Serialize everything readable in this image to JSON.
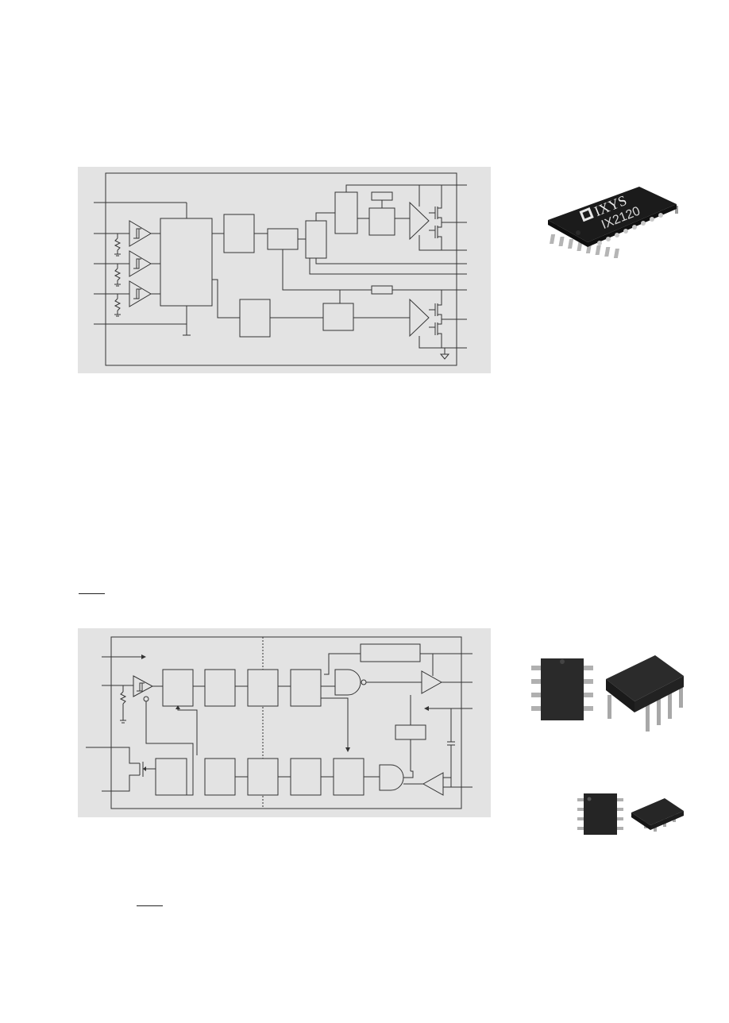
{
  "chip_logo": {
    "brand": "IXYS",
    "part": "IX2120"
  },
  "colors": {
    "panel_background": "#e3e3e3",
    "line": "#333333",
    "chip_body": "#1b1b1b",
    "chip_leads": "#b8b8b8"
  },
  "icons": [
    "schmitt-trigger-buffer-icon",
    "ground-icon",
    "resistor-icon",
    "mosfet-icon",
    "nand-gate-icon",
    "and-gate-icon",
    "capacitor-icon",
    "soic-28-chip-image",
    "dip-8-chip-image",
    "soic-8-chip-image"
  ]
}
